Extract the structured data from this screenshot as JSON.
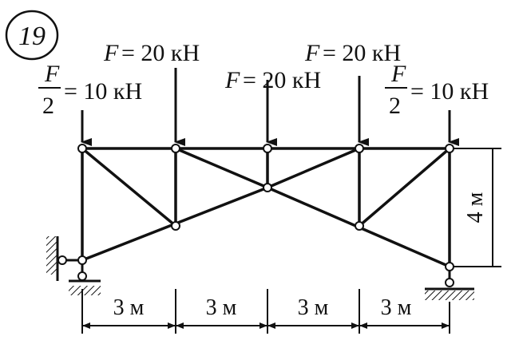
{
  "problem_number": "19",
  "loads": {
    "half": {
      "symbol": "F",
      "denominator": "2",
      "value": "= 10 кН"
    },
    "full": {
      "symbol": "F",
      "value": "= 20 кН"
    }
  },
  "dimensions": {
    "panel": "3 м",
    "height": "4 м"
  },
  "colors": {
    "ink": "#111111",
    "paper": "#ffffff"
  }
}
